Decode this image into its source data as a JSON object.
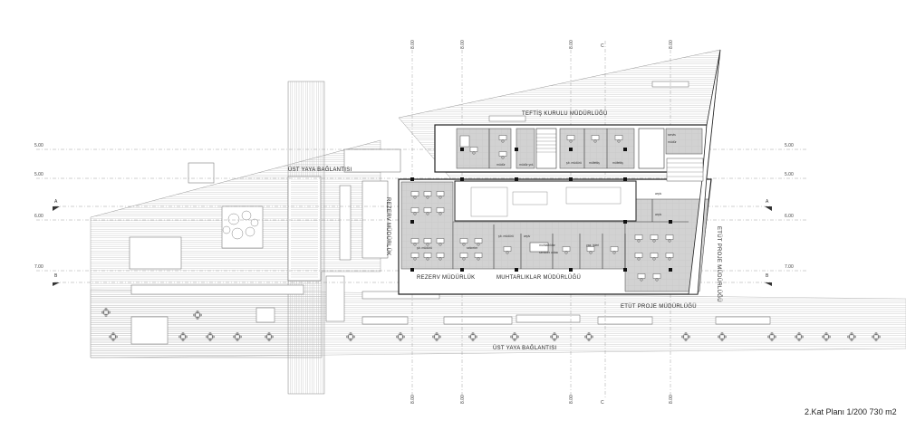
{
  "labels": {
    "teftis": "TEFTİŞ KURULU MÜDÜRLÜĞÜ",
    "ust_yaya_top": "ÜST YAYA BAĞLANTISI",
    "ust_yaya_bottom": "ÜST YAYA BAĞLANTISI",
    "rezerv_vertical": "REZERV MÜDÜRLÜK",
    "rezerv_bottom": "REZERV MÜDÜRLÜK",
    "muhtarliklar": "MUHTARLIKLAR MÜDÜRLÜĞÜ",
    "etut_proje_vertical": "ETÜT PROJE MÜDÜRLÜĞÜ",
    "etut_proje_bottom": "ETÜT PROJE MÜDÜRLÜĞÜ"
  },
  "caption": "2.Kat Planı 1/200 730  m2",
  "level_marks": {
    "row1": "5.00",
    "row2": "5.00",
    "row3": "6.00",
    "row4": "7.00"
  },
  "axis_letters": {
    "a": "A",
    "b": "B",
    "c": "C"
  },
  "grid_top": "8.00",
  "rooms": [
    "müdür",
    "müdür yrd.",
    "şb. müdürü",
    "müfettiş",
    "müfettiş",
    "servis",
    "müdür",
    "arşiv",
    "şb. müdürü",
    "sekreter",
    "şb. müdürü",
    "arşiv",
    "muhtarlıklar",
    "seminer odası",
    "yaz. işleri",
    "arşiv"
  ]
}
